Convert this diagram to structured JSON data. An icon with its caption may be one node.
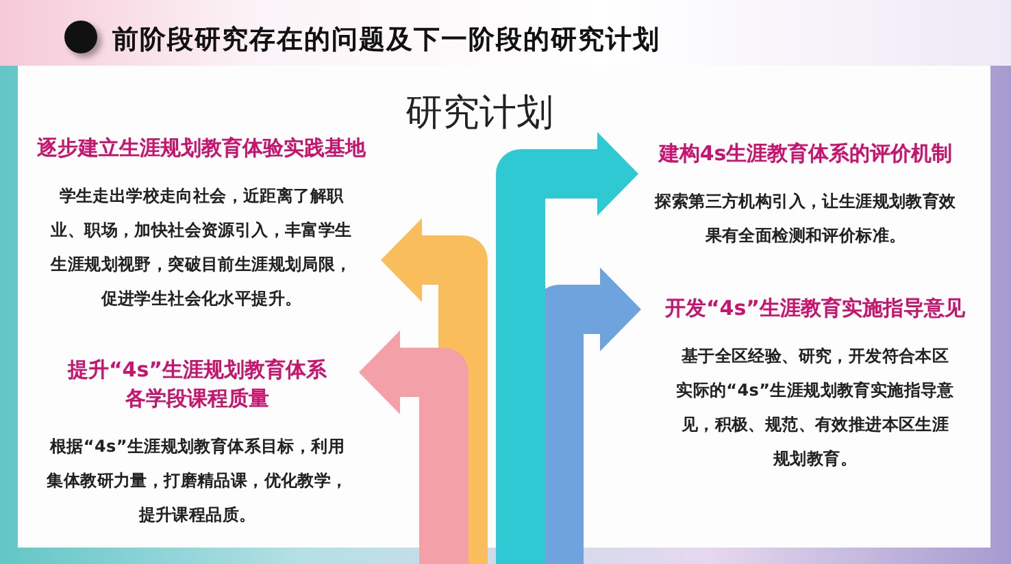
{
  "diagram": {
    "title": "前阶段研究存在的问题及下一阶段的研究计划",
    "nodes": [
      {
        "text": [
          "逐步建立生涯规划教育体验实践基地",
          "学生走出学校走向社会，近距离了解职业、职场，加快社会资源引入，丰富学生生涯规划视野，突破目前生涯规划局限，促进学生社会化水平提升。"
        ]
      },
      {
        "text": [
          "建构4s生涯教育体系的评价机制",
          "探索第三方机构引入，让生涯规划教育效果有全面检测和评价标准。"
        ]
      },
      {
        "text": [
          "提升“4s”生涯规划教育体系各学段课程质量",
          "根据“4s”生涯规划教育体系目标，利用集体教研力量，打磨精品课，优化教学，提升课程品质。"
        ]
      },
      {
        "text": [
          "开发“4s”生涯教育实施指导意见",
          "基于全区经验、研究，开发符合本区实际的“4s”生涯规划教育实施指导意见，积极、规范、有效推进本区生涯规划教育。"
        ]
      }
    ],
    "edges": [
      {
        "from": null,
        "to": 0,
        "arrow": "to",
        "color": "#f9bd5c"
      },
      {
        "from": null,
        "to": 2,
        "arrow": "to",
        "color": "#f4a0a8"
      },
      {
        "from": null,
        "to": 3,
        "arrow": "to",
        "color": "#6fa3de"
      },
      {
        "from": null,
        "to": 1,
        "arrow": "to",
        "color": "#2ec9d2"
      }
    ],
    "labels": [
      "研究计划"
    ]
  }
}
